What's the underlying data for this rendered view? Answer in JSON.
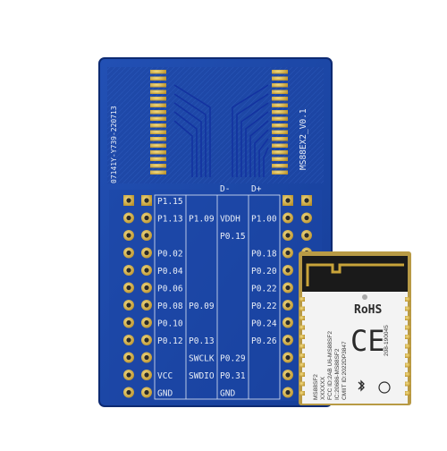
{
  "board": {
    "id": "MS88EX2_V0.1",
    "code": "07141Y-Y739-220713",
    "colors": {
      "pcb": "#1b3f9c",
      "pcb_dark": "#102b73",
      "silk": "#e9eef7",
      "gold": "#c9a43a",
      "module": "#f1f1f1"
    }
  },
  "labels": {
    "top_left": "D-",
    "top_right": "D+",
    "left_col": [
      "P1.15",
      "P1.13",
      "",
      "P0.02",
      "P0.04",
      "P0.06",
      "P0.08",
      "P0.10",
      "P0.12",
      "",
      "VCC",
      "GND"
    ],
    "mid_left": [
      "",
      "P1.09",
      "",
      "",
      "",
      "",
      "P0.09",
      "",
      "P0.13",
      "SWCLK",
      "SWDIO",
      ""
    ],
    "mid_right": [
      "",
      "VDDH",
      "P0.15",
      "",
      "",
      "",
      "",
      "",
      "",
      "P0.29",
      "P0.31",
      "GND"
    ],
    "right_col": [
      "",
      "P1.00",
      "",
      "P0.18",
      "P0.20",
      "P0.22",
      "P0.22",
      "P0.24",
      "P0.26",
      "",
      "",
      ""
    ]
  },
  "module": {
    "cert": "RoHS",
    "ce": "CE",
    "text_lines": [
      "MS88SF2",
      "XXXXXX",
      "FCC ID:2AB U6-MS88SF2",
      "IC:20686-MS88SF2",
      "CMIIT ID:2022DP3847"
    ],
    "side_code": "208-190045"
  }
}
